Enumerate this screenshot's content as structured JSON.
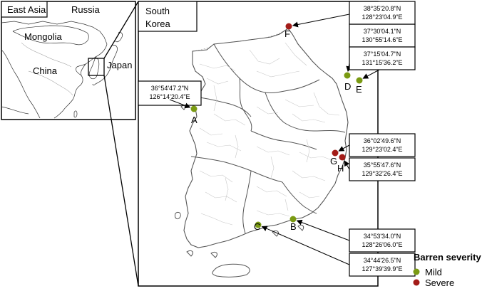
{
  "inset": {
    "title": "East Asia",
    "countries": {
      "russia": "Russia",
      "mongolia": "Mongolia",
      "china": "China",
      "japan": "Japan"
    }
  },
  "main_map": {
    "title_line1": "South",
    "title_line2": "Korea"
  },
  "sites": [
    {
      "label": "A",
      "severity": "Mild",
      "lat": "36°54'47.2\"N",
      "lon": "126°14'20.4\"E"
    },
    {
      "label": "B",
      "severity": "Mild",
      "lat": "34°53'34.0\"N",
      "lon": "128°26'06.0\"E"
    },
    {
      "label": "C",
      "severity": "Mild",
      "lat": "34°44'26.5\"N",
      "lon": "127°39'39.9\"E"
    },
    {
      "label": "D",
      "severity": "Mild",
      "lat": "37°30'04.1\"N",
      "lon": "130°55'14.6\"E"
    },
    {
      "label": "E",
      "severity": "Mild",
      "lat": "37°15'04.7\"N",
      "lon": "131°15'36.2\"E"
    },
    {
      "label": "F",
      "severity": "Severe",
      "lat": "38°35'20.8\"N",
      "lon": "128°23'04.9\"E"
    },
    {
      "label": "G",
      "severity": "Severe",
      "lat": "36°02'49.6\"N",
      "lon": "129°23'02.4\"E"
    },
    {
      "label": "H",
      "severity": "Severe",
      "lat": "35°55'47.6\"N",
      "lon": "129°32'26.4\"E"
    }
  ],
  "legend": {
    "title": "Barren severity",
    "mild": "Mild",
    "severe": "Severe"
  },
  "colors": {
    "mild": "#7a9a12",
    "severe": "#a31c18"
  }
}
